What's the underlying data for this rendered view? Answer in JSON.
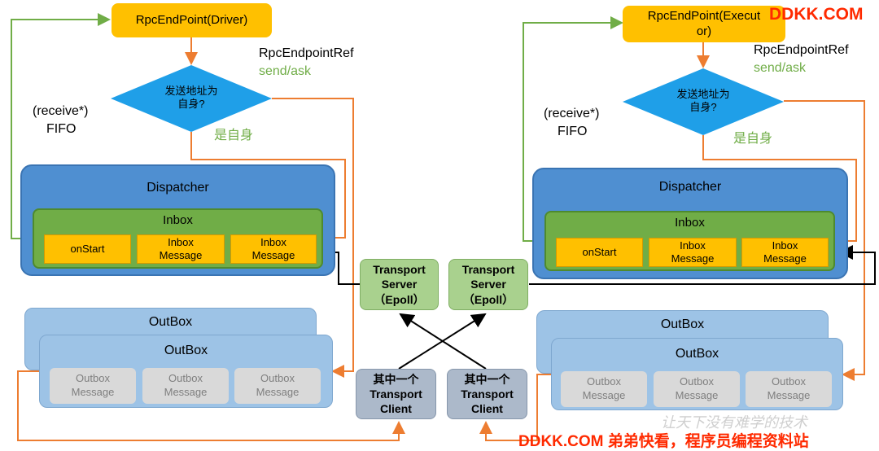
{
  "left": {
    "endpoint_label": "RpcEndPoint(Driver)",
    "ref_label": "RpcEndpointRef",
    "send_label": "send/ask",
    "diamond_line1": "发送地址为",
    "diamond_line2": "自身?",
    "self_label": "是自身",
    "receive_label": "(receive*)",
    "fifo_label": "FIFO",
    "dispatcher_title": "Dispatcher",
    "inbox_title": "Inbox",
    "inbox_cells": [
      {
        "line1": "onStart",
        "line2": ""
      },
      {
        "line1": "Inbox",
        "line2": "Message"
      },
      {
        "line1": "Inbox",
        "line2": "Message"
      }
    ],
    "outbox_back_title": "OutBox",
    "outbox_title": "OutBox",
    "outbox_cells": [
      {
        "line1": "Outbox",
        "line2": "Message"
      },
      {
        "line1": "Outbox",
        "line2": "Message"
      },
      {
        "line1": "Outbox",
        "line2": "Message"
      }
    ]
  },
  "right": {
    "endpoint_line1": "RpcEndPoint(Execut",
    "endpoint_line2": "or)",
    "ref_label": "RpcEndpointRef",
    "send_label": "send/ask",
    "diamond_line1": "发送地址为",
    "diamond_line2": "自身?",
    "self_label": "是自身",
    "receive_label": "(receive*)",
    "fifo_label": "FIFO",
    "dispatcher_title": "Dispatcher",
    "inbox_title": "Inbox",
    "inbox_cells": [
      {
        "line1": "onStart",
        "line2": ""
      },
      {
        "line1": "Inbox",
        "line2": "Message"
      },
      {
        "line1": "Inbox",
        "line2": "Message"
      }
    ],
    "outbox_back_title": "OutBox",
    "outbox_title": "OutBox",
    "outbox_cells": [
      {
        "line1": "Outbox",
        "line2": "Message"
      },
      {
        "line1": "Outbox",
        "line2": "Message"
      },
      {
        "line1": "Outbox",
        "line2": "Message"
      }
    ]
  },
  "transport": {
    "server_left": {
      "line1": "Transport",
      "line2": "Server",
      "line3": "（Epoll）"
    },
    "server_right": {
      "line1": "Transport",
      "line2": "Server",
      "line3": "（Epoll）"
    },
    "client_left": {
      "line1": "其中一个",
      "line2": "Transport",
      "line3": "Client"
    },
    "client_right": {
      "line1": "其中一个",
      "line2": "Transport",
      "line3": "Client"
    }
  },
  "watermark": {
    "top_right": "DDKK.COM",
    "bottom": "DDKK.COM 弟弟快看，程序员编程资料站",
    "faint": "让天下没有难学的技术"
  },
  "colors": {
    "endpoint": "#ffc000",
    "dispatcher": "#4f8fd1",
    "inbox": "#70ad47",
    "outbox": "#9dc3e6",
    "transport_server": "#a9d18e",
    "transport_client": "#acb9ca",
    "arrow_orange": "#ed7d31",
    "arrow_green": "#70ad47",
    "arrow_black": "#000000",
    "watermark": "#ff2a00"
  }
}
